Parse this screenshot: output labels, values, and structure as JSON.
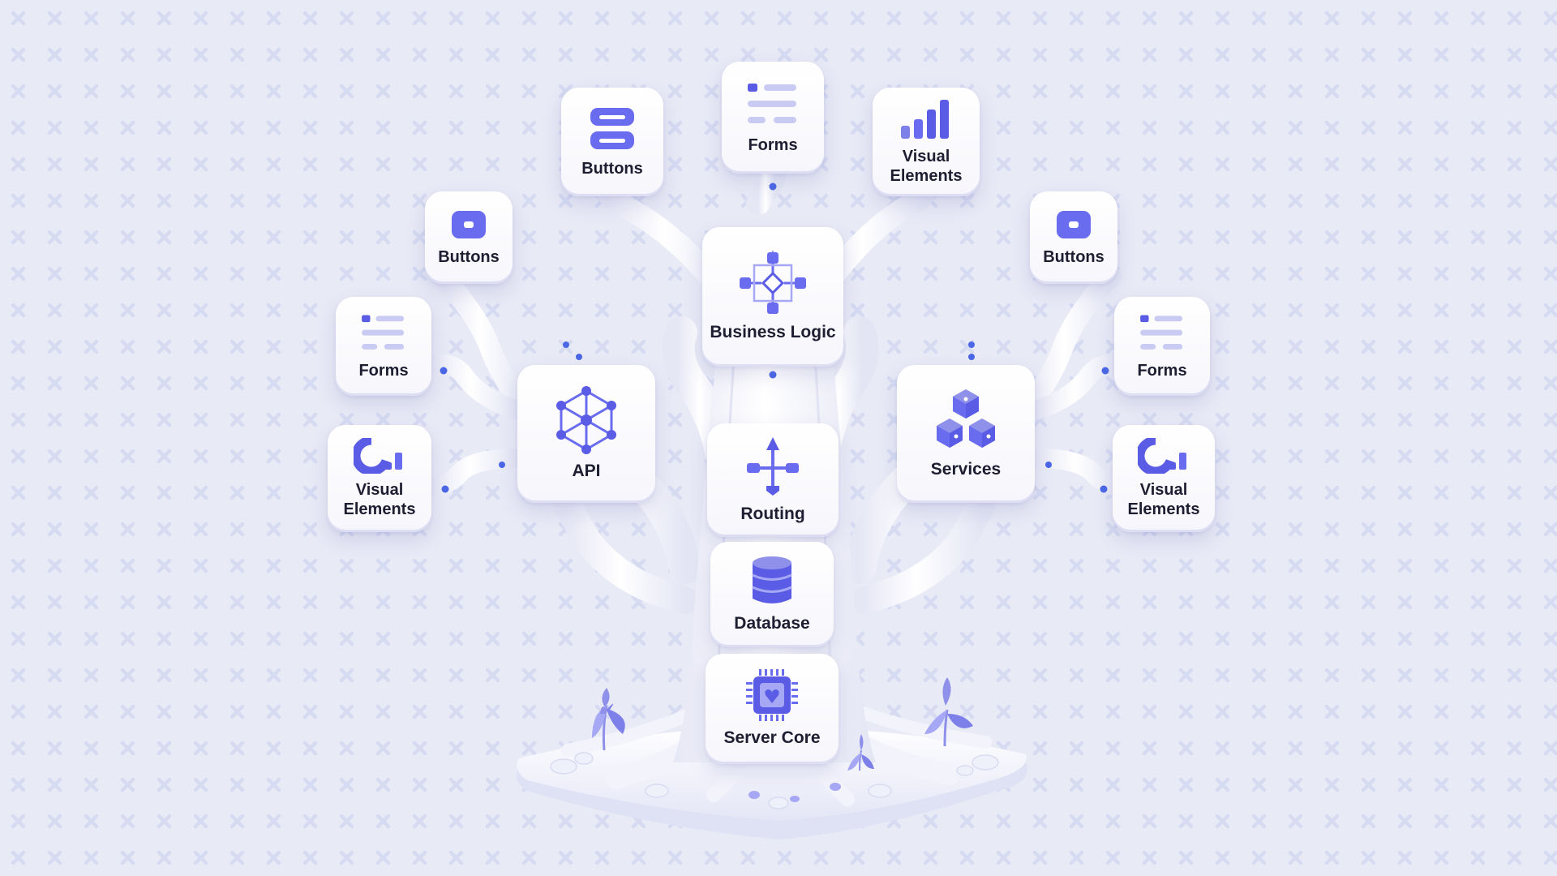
{
  "diagram": {
    "colors": {
      "background": "#e8eaf6",
      "pattern": "#d6dbf2",
      "accent": "#5b5ce6",
      "accent_light": "#a6a8f5",
      "trunk": "#f7f7fd",
      "connector_dot": "#4b67e6"
    },
    "nodes": [
      {
        "id": "forms-top",
        "label": "Forms",
        "icon": "list-icon"
      },
      {
        "id": "buttons-top",
        "label": "Buttons",
        "icon": "stacked-buttons-icon"
      },
      {
        "id": "visual-top",
        "label": "Visual Elements",
        "icon": "bar-chart-icon"
      },
      {
        "id": "buttons-left",
        "label": "Buttons",
        "icon": "button-icon"
      },
      {
        "id": "buttons-right",
        "label": "Buttons",
        "icon": "button-icon"
      },
      {
        "id": "forms-left",
        "label": "Forms",
        "icon": "list-icon"
      },
      {
        "id": "forms-right",
        "label": "Forms",
        "icon": "list-icon"
      },
      {
        "id": "visual-left",
        "label": "Visual Elements",
        "icon": "donut-chart-icon"
      },
      {
        "id": "visual-right",
        "label": "Visual Elements",
        "icon": "donut-chart-icon"
      },
      {
        "id": "business-logic",
        "label": "Business Logic",
        "icon": "flow-network-icon"
      },
      {
        "id": "api",
        "label": "API",
        "icon": "hexagon-network-icon"
      },
      {
        "id": "services",
        "label": "Services",
        "icon": "cubes-icon"
      },
      {
        "id": "routing",
        "label": "Routing",
        "icon": "routing-arrows-icon"
      },
      {
        "id": "database",
        "label": "Database",
        "icon": "database-icon"
      },
      {
        "id": "server-core",
        "label": "Server Core",
        "icon": "cpu-chip-icon"
      }
    ]
  }
}
